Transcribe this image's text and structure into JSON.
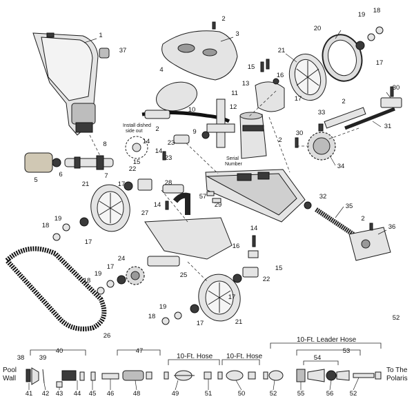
{
  "install_note": "Install dished side out",
  "serial_label": "Serial Number",
  "bottom": {
    "pool_wall": [
      "Pool",
      "Wall"
    ],
    "leader_hose": "10-Ft. Leader Hose",
    "hose_1": "10-Ft. Hose",
    "hose_2": "10-Ft. Hose",
    "to_polaris": [
      "To The",
      "Polaris"
    ]
  },
  "callouts": {
    "c1": "1",
    "c2": "2",
    "c3": "3",
    "c4": "4",
    "c5": "5",
    "c6": "6",
    "c7": "7",
    "c8": "8",
    "c9": "9",
    "c10": "10",
    "c11": "11",
    "c12": "12",
    "c13": "13",
    "c14": "14",
    "c15": "15",
    "c16": "16",
    "c17": "17",
    "c18": "18",
    "c19": "19",
    "c20": "20",
    "c21": "21",
    "c22": "22",
    "c23": "23",
    "c24": "24",
    "c25": "25",
    "c26": "26",
    "c27": "27",
    "c28": "28",
    "c29": "29",
    "c30": "30",
    "c31": "31",
    "c32": "32",
    "c33": "33",
    "c34": "34",
    "c35": "35",
    "c36": "36",
    "c37": "37",
    "c38": "38",
    "c39": "39",
    "c40": "40",
    "c41": "41",
    "c42": "42",
    "c43": "43",
    "c44": "44",
    "c45": "45",
    "c46": "46",
    "c47": "47",
    "c48": "48",
    "c49": "49",
    "c50": "50",
    "c51": "51",
    "c52": "52",
    "c53": "53",
    "c54": "54",
    "c55": "55",
    "c56": "56",
    "c57": "57"
  }
}
